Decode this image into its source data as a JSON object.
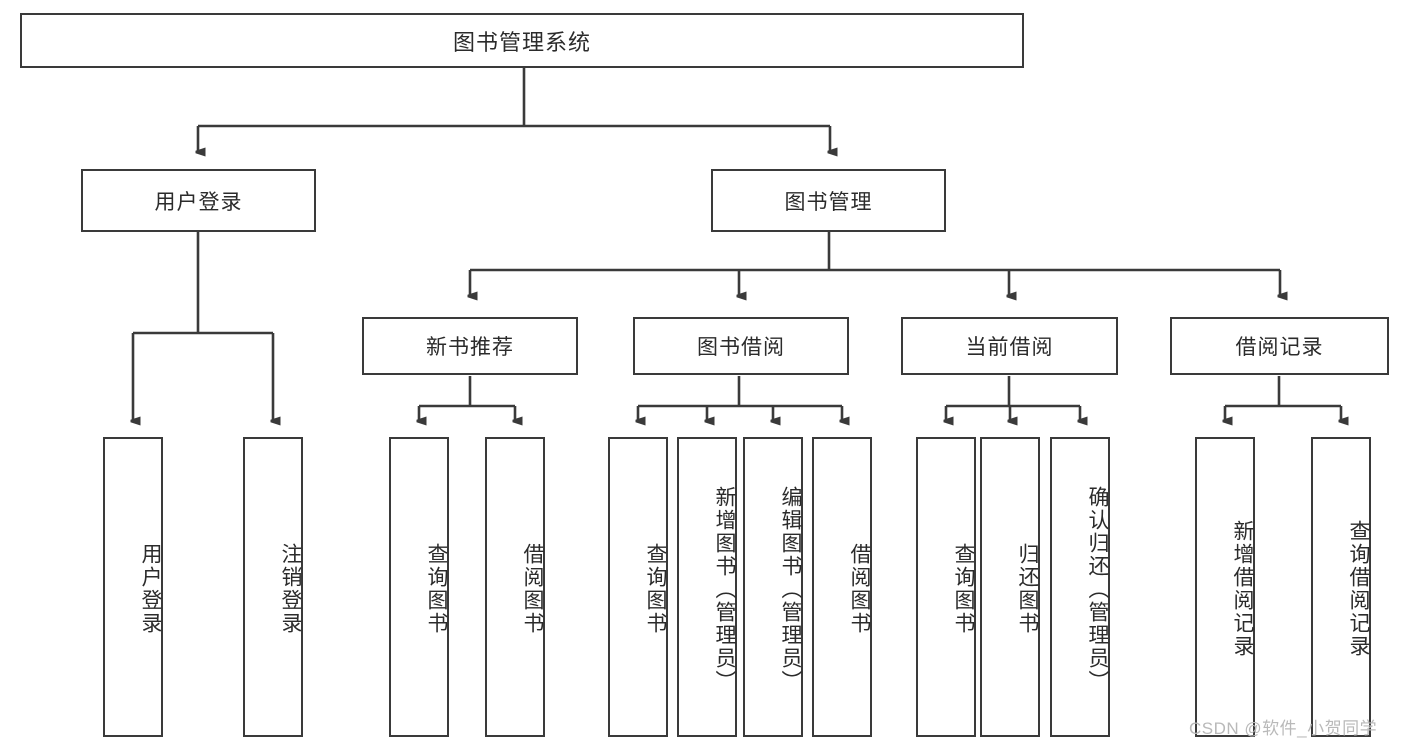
{
  "diagram": {
    "type": "tree-hierarchy",
    "title": "图书管理系统",
    "root": {
      "label": "图书管理系统"
    },
    "level2": [
      {
        "id": "user-login",
        "label": "用户登录"
      },
      {
        "id": "book-management",
        "label": "图书管理"
      }
    ],
    "level3": [
      {
        "id": "new-book-recommend",
        "label": "新书推荐"
      },
      {
        "id": "book-borrow",
        "label": "图书借阅"
      },
      {
        "id": "current-borrow",
        "label": "当前借阅"
      },
      {
        "id": "borrow-record",
        "label": "借阅记录"
      }
    ],
    "leaves": {
      "user_login": [
        {
          "id": "leaf-user-login",
          "label": "用户登录"
        },
        {
          "id": "leaf-logout-login",
          "label": "注销登录"
        }
      ],
      "new_book_recommend": [
        {
          "id": "leaf-query-book-1",
          "label": "查询图书"
        },
        {
          "id": "leaf-borrow-book-1",
          "label": "借阅图书"
        }
      ],
      "book_borrow": [
        {
          "id": "leaf-query-book-2",
          "label": "查询图书"
        },
        {
          "id": "leaf-add-book-admin",
          "label": "新增图书（管理员）"
        },
        {
          "id": "leaf-edit-book-admin",
          "label": "编辑图书（管理员）"
        },
        {
          "id": "leaf-borrow-book-2",
          "label": "借阅图书"
        }
      ],
      "current_borrow": [
        {
          "id": "leaf-query-book-3",
          "label": "查询图书"
        },
        {
          "id": "leaf-return-book",
          "label": "归还图书"
        },
        {
          "id": "leaf-confirm-return-admin",
          "label": "确认归还（管理员）"
        }
      ],
      "borrow_record": [
        {
          "id": "leaf-add-borrow-record",
          "label": "新增借阅记录"
        },
        {
          "id": "leaf-query-borrow-record",
          "label": "查询借阅记录"
        }
      ]
    },
    "colors": {
      "border": "#3a3a3a",
      "line": "#3a3a3a",
      "text": "#2b2b2b",
      "background": "#ffffff",
      "watermark": "#b9b9b9"
    }
  },
  "watermark": {
    "text": "CSDN @软件_小贺同学"
  }
}
